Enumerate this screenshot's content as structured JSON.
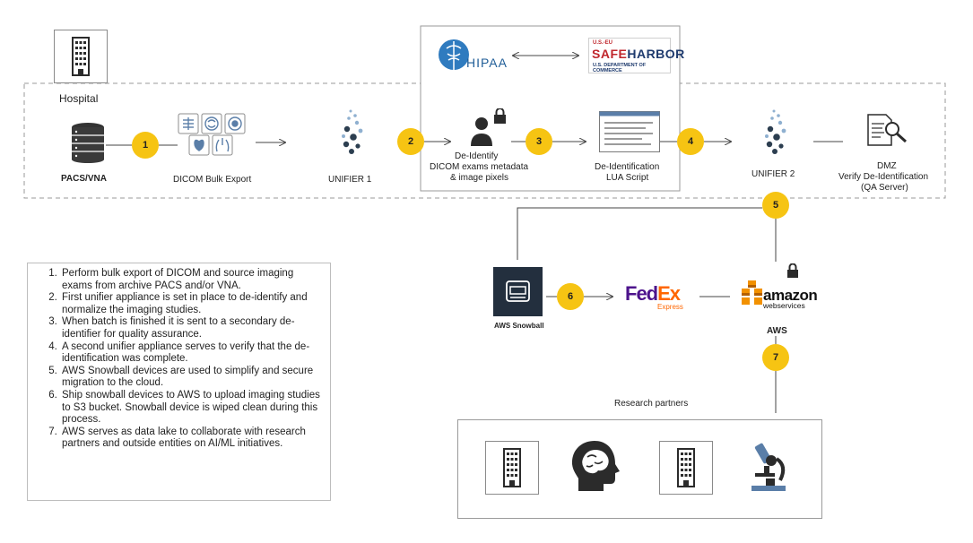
{
  "hospital": {
    "label": "Hospital"
  },
  "nodes": {
    "pacs": "PACS/VNA",
    "dicom_export": "DICOM  Bulk Export",
    "unifier1": "UNIFIER  1",
    "deidentify": [
      "De-Identify",
      "DICOM  exams metadata",
      "& image pixels"
    ],
    "lua": [
      "De-Identification",
      "LUA Script"
    ],
    "unifier2": "UNIFIER  2",
    "dmz": [
      "DMZ",
      "Verify De-Identification",
      "(QA Server)"
    ],
    "snowball": "AWS Snowball",
    "aws": "AWS",
    "research": "Research partners"
  },
  "logos": {
    "hipaa": "HIPAA",
    "safeharbor_top": "U.S.-EU",
    "safeharbor_safe": "SAFE",
    "safeharbor_harbor": "HARBOR",
    "safeharbor_sub": "U.S. DEPARTMENT OF COMMERCE",
    "fedex_fed": "Fed",
    "fedex_ex": "Ex",
    "fedex_express": "Express",
    "amazon": "amazon",
    "webservices": "webservices"
  },
  "badges": [
    "1",
    "2",
    "3",
    "4",
    "5",
    "6",
    "7"
  ],
  "steps": [
    "Perform bulk export of DICOM and source imaging exams from archive  PACS and/or VNA.",
    "First unifier appliance is set in place to de-identify and normalize the imaging studies.",
    "When batch is finished it is sent to a secondary de-identifier for quality assurance.",
    "A second unifier appliance serves to verify that the de-identification was complete.",
    "AWS Snowball devices are used to simplify and secure migration to the cloud.",
    "Ship snowball devices to AWS to upload imaging studies to S3 bucket. Snowball device is wiped clean during this process.",
    "AWS serves as data lake to collaborate with research partners and outside entities on AI/ML initiatives."
  ],
  "colors": {
    "badge": "#f6c413",
    "line": "#444444",
    "icon_dark": "#2b2b2b",
    "icon_blue": "#5a7ea8"
  }
}
